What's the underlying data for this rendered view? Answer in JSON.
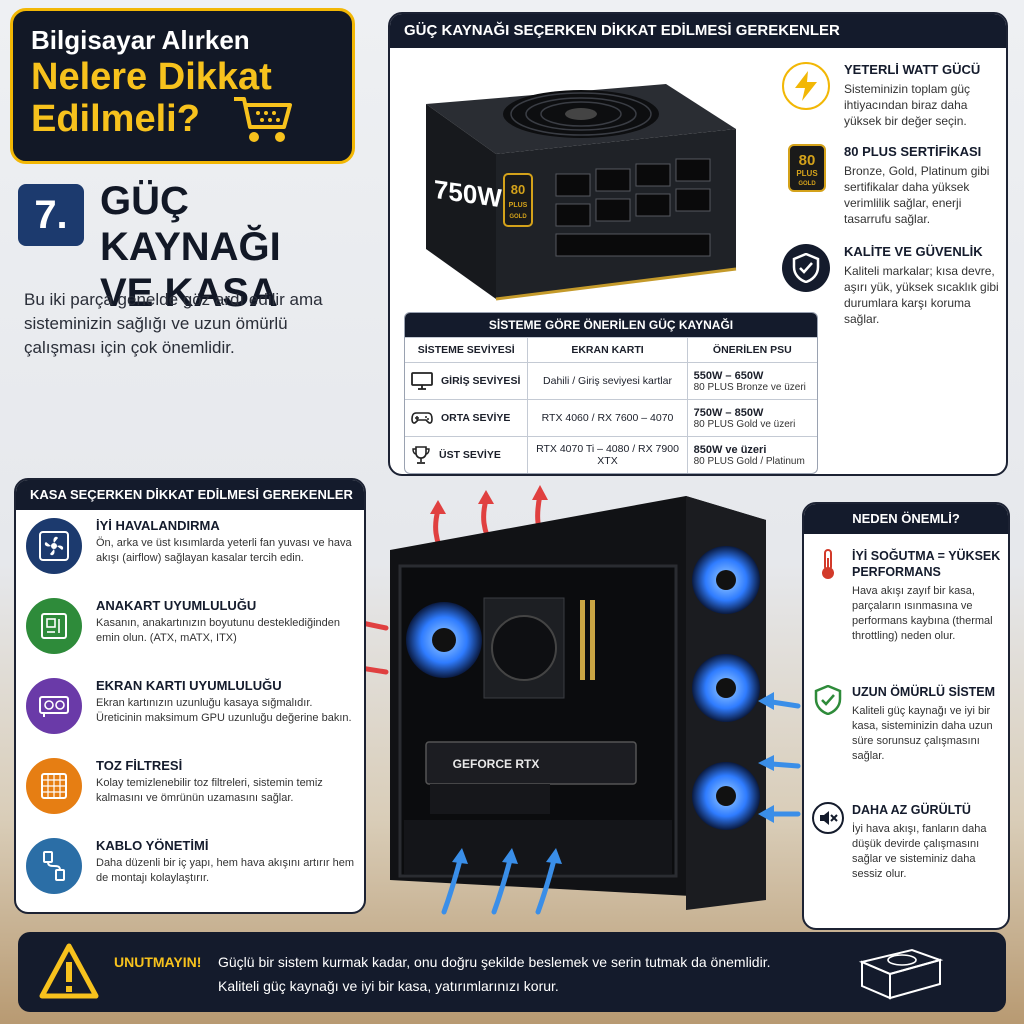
{
  "title_card": {
    "line1": "Bilgisayar Alırken",
    "line2": "Nelere Dikkat",
    "line3": "Edilmeli?"
  },
  "section": {
    "number": "7.",
    "title_line1": "GÜÇ KAYNAĞI",
    "title_line2": "VE KASA",
    "intro": "Bu iki parça genelde göz ardı edilir ama sisteminizin sağlığı ve uzun ömürlü çalışması için çok önemlidir."
  },
  "psu_panel": {
    "header": "GÜÇ KAYNAĞI SEÇERKEN DİKKAT EDİLMESİ GEREKENLER",
    "psu_label": "750W",
    "badge_top": "80",
    "badge_mid": "PLUS",
    "badge_bottom": "GOLD",
    "features": [
      {
        "icon": "lightning-icon",
        "title": "YETERLİ WATT GÜCÜ",
        "desc": "Sisteminizin toplam güç ihtiyacından biraz daha yüksek bir değer seçin."
      },
      {
        "icon": "80plus-gold-badge-icon",
        "title": "80 PLUS SERTİFİKASI",
        "desc": "Bronze, Gold, Platinum gibi sertifikalar daha yüksek verimlilik sağlar, enerji tasarrufu sağlar."
      },
      {
        "icon": "shield-check-icon",
        "title": "KALİTE VE GÜVENLİK",
        "desc": "Kaliteli markalar; kısa devre, aşırı yük, yüksek sıcaklık gibi durumlara karşı koruma sağlar."
      }
    ],
    "table": {
      "title": "SİSTEME GÖRE ÖNERİLEN GÜÇ KAYNAĞI",
      "columns": [
        "SİSTEME SEVİYESİ",
        "EKRAN KARTI",
        "ÖNERİLEN PSU"
      ],
      "rows": [
        {
          "icon": "monitor-icon",
          "level": "GİRİŞ SEVİYESİ",
          "gpu": "Dahili / Giriş seviyesi kartlar",
          "psu": "550W – 650W",
          "cert": "80 PLUS Bronze ve üzeri"
        },
        {
          "icon": "gamepad-icon",
          "level": "ORTA SEVİYE",
          "gpu": "RTX 4060 / RX 7600 – 4070",
          "psu": "750W – 850W",
          "cert": "80 PLUS Gold ve üzeri"
        },
        {
          "icon": "trophy-icon",
          "level": "ÜST SEVİYE",
          "gpu": "RTX 4070 Ti – 4080 / RX 7900 XTX",
          "psu": "850W ve üzeri",
          "cert": "80 PLUS Gold / Platinum"
        }
      ]
    }
  },
  "case_panel": {
    "header": "KASA SEÇERKEN DİKKAT EDİLMESİ GEREKENLER",
    "items": [
      {
        "icon": "fan-icon",
        "color": "#1c3a6e",
        "title": "İYİ HAVALANDIRMA",
        "desc": "Ön, arka ve üst kısımlarda yeterli fan yuvası ve hava akışı (airflow) sağlayan kasalar tercih edin."
      },
      {
        "icon": "motherboard-icon",
        "color": "#2e8b3a",
        "title": "ANAKART UYUMLULUĞU",
        "desc": "Kasanın, anakartınızın boyutunu desteklediğinden emin olun. (ATX, mATX, ITX)"
      },
      {
        "icon": "gpu-icon",
        "color": "#6a3aa8",
        "title": "EKRAN KARTI UYUMLULUĞU",
        "desc": "Ekran kartınızın uzunluğu kasaya sığmalıdır. Üreticinin maksimum GPU uzunluğu değerine bakın."
      },
      {
        "icon": "filter-icon",
        "color": "#e67e13",
        "title": "TOZ FİLTRESİ",
        "desc": "Kolay temizlenebilir toz filtreleri, sistemin temiz kalmasını ve ömrünün uzamasını sağlar."
      },
      {
        "icon": "cable-icon",
        "color": "#2b6ea6",
        "title": "KABLO YÖNETİMİ",
        "desc": "Daha düzenli bir iç yapı, hem hava akışını artırır hem de montajı kolaylaştırır."
      }
    ]
  },
  "case_image": {
    "gpu_label": "GEFORCE RTX"
  },
  "why_panel": {
    "header": "NEDEN ÖNEMLİ?",
    "items": [
      {
        "icon": "thermometer-icon",
        "title": "İYİ SOĞUTMA = YÜKSEK PERFORMANS",
        "desc": "Hava akışı zayıf bir kasa, parçaların ısınmasına ve performans kaybına (thermal throttling) neden olur."
      },
      {
        "icon": "shield-check-icon",
        "title": "UZUN ÖMÜRLÜ SİSTEM",
        "desc": "Kaliteli güç kaynağı ve iyi bir kasa, sisteminizin daha uzun süre sorunsuz çalışmasını sağlar."
      },
      {
        "icon": "mute-icon",
        "title": "DAHA AZ GÜRÜLTÜ",
        "desc": "İyi hava akışı, fanların daha düşük devirde çalışmasını sağlar ve sisteminiz daha sessiz olur."
      }
    ]
  },
  "banner": {
    "title": "UNUTMAYIN!",
    "line1": "Güçlü bir sistem kurmak kadar, onu doğru şekilde beslemek ve serin tutmak da önemlidir.",
    "line2": "Kaliteli güç kaynağı ve iyi bir kasa, yatırımlarınızı korur.",
    "icon": "warning-icon"
  },
  "colors": {
    "navy": "#141b2c",
    "accent_yellow": "#f7c21d",
    "fan_blue": "#2f7cff",
    "hot_arrow": "#e04040",
    "cool_arrow": "#3a8ee8"
  }
}
